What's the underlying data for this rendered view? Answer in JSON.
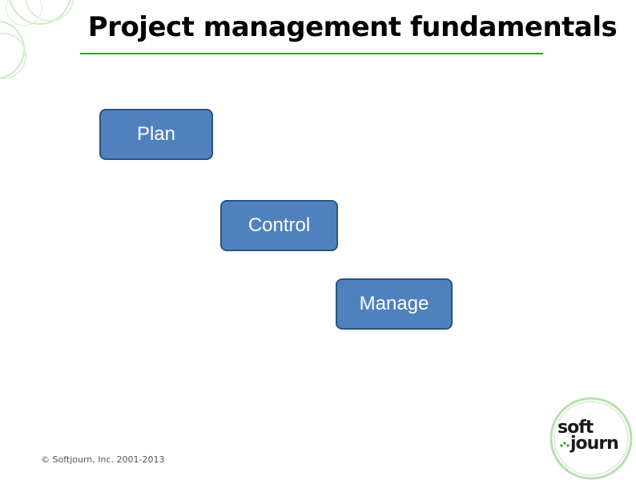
{
  "slide": {
    "title": "Project management fundamentals"
  },
  "steps": [
    {
      "label": "Plan"
    },
    {
      "label": "Control"
    },
    {
      "label": "Manage"
    }
  ],
  "footer": {
    "copyright": "© Softjourn, Inc. 2001-2013"
  },
  "logo": {
    "line1": "soft",
    "line2": "journ",
    "ring_color": "#7bc46a",
    "dot_color": "#3a9a2e"
  },
  "colors": {
    "accent_green": "#3a9a2e",
    "box_fill": "#4f81bd",
    "box_border": "#2d5380"
  }
}
